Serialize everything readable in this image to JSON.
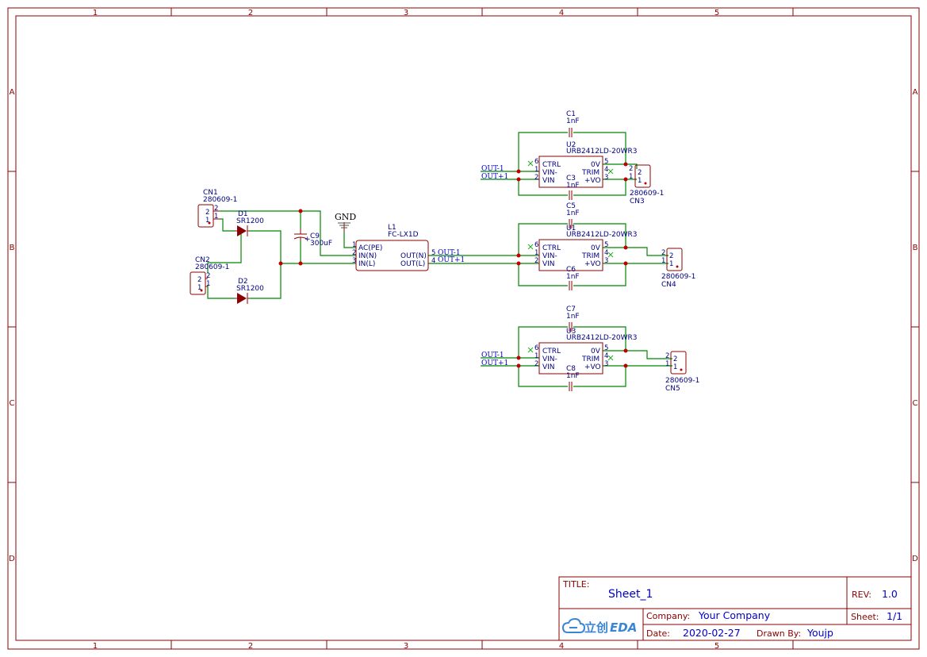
{
  "frame": {
    "columns": [
      "1",
      "2",
      "3",
      "4",
      "5"
    ],
    "rows": [
      "A",
      "B",
      "C",
      "D"
    ]
  },
  "title_block": {
    "title_label": "TITLE:",
    "title": "Sheet_1",
    "rev_label": "REV:",
    "rev": "1.0",
    "company_label": "Company:",
    "company": "Your Company",
    "sheet_label": "Sheet:",
    "sheet": "1/1",
    "date_label": "Date:",
    "date": "2020-02-27",
    "drawn_label": "Drawn By:",
    "drawn_by": "Youjp",
    "logo_cn": "立创",
    "logo_eda": "EDA"
  },
  "components": {
    "cn1": {
      "ref": "CN1",
      "value": "280609-1",
      "pin_a": "2",
      "pin_b": "1"
    },
    "cn2": {
      "ref": "CN2",
      "value": "280609-1",
      "pin_a": "2",
      "pin_b": "1"
    },
    "d1": {
      "ref": "D1",
      "value": "SR1200"
    },
    "d2": {
      "ref": "D2",
      "value": "SR1200"
    },
    "c9": {
      "ref": "C9",
      "value": "300uF",
      "plus": "+"
    },
    "gnd": {
      "label": "GND"
    },
    "l1": {
      "ref": "L1",
      "value": "FC-LX1D",
      "pins_left": [
        {
          "num": "1",
          "name": "AC(PE)"
        },
        {
          "num": "2",
          "name": "IN(N)"
        },
        {
          "num": "3",
          "name": "IN(L)"
        }
      ],
      "pins_right": [
        {
          "num": "5",
          "name": "OUT(N)"
        },
        {
          "num": "4",
          "name": "OUT(L)"
        }
      ]
    },
    "u2": {
      "ref": "U2",
      "value": "URB2412LD-20WR3",
      "pins_left": [
        {
          "num": "6",
          "name": "CTRL"
        },
        {
          "num": "1",
          "name": "VIN-"
        },
        {
          "num": "2",
          "name": "VIN"
        }
      ],
      "pins_right": [
        {
          "num": "5",
          "name": "0V"
        },
        {
          "num": "4",
          "name": "TRIM"
        },
        {
          "num": "3",
          "name": "+VO"
        }
      ]
    },
    "u1": {
      "ref": "U1",
      "value": "URB2412LD-20WR3",
      "pins_left": [
        {
          "num": "6",
          "name": "CTRL"
        },
        {
          "num": "1",
          "name": "VIN-"
        },
        {
          "num": "2",
          "name": "VIN"
        }
      ],
      "pins_right": [
        {
          "num": "5",
          "name": "0V"
        },
        {
          "num": "4",
          "name": "TRIM"
        },
        {
          "num": "3",
          "name": "+VO"
        }
      ]
    },
    "u3": {
      "ref": "U3",
      "value": "URB2412LD-20WR3",
      "pins_left": [
        {
          "num": "6",
          "name": "CTRL"
        },
        {
          "num": "1",
          "name": "VIN-"
        },
        {
          "num": "2",
          "name": "VIN"
        }
      ],
      "pins_right": [
        {
          "num": "5",
          "name": "0V"
        },
        {
          "num": "4",
          "name": "TRIM"
        },
        {
          "num": "3",
          "name": "+VO"
        }
      ]
    },
    "c1": {
      "ref": "C1",
      "value": "1nF"
    },
    "c3": {
      "ref": "C3",
      "value": "1nF"
    },
    "c5": {
      "ref": "C5",
      "value": "1nF"
    },
    "c6": {
      "ref": "C6",
      "value": "1nF"
    },
    "c7": {
      "ref": "C7",
      "value": "1nF"
    },
    "c8": {
      "ref": "C8",
      "value": "1nF"
    },
    "cn3": {
      "ref": "CN3",
      "value": "280609-1",
      "pin_a": "2",
      "pin_b": "1"
    },
    "cn4": {
      "ref": "CN4",
      "value": "280609-1",
      "pin_a": "2",
      "pin_b": "1"
    },
    "cn5": {
      "ref": "CN5",
      "value": "280609-1",
      "pin_a": "2",
      "pin_b": "1"
    }
  },
  "nets": {
    "out_minus": "OUT-1",
    "out_plus": "OUT+1"
  },
  "colors": {
    "frame": "#8b0000",
    "wire": "#008800",
    "text_blue": "#0000c8",
    "junction": "#c00000"
  }
}
